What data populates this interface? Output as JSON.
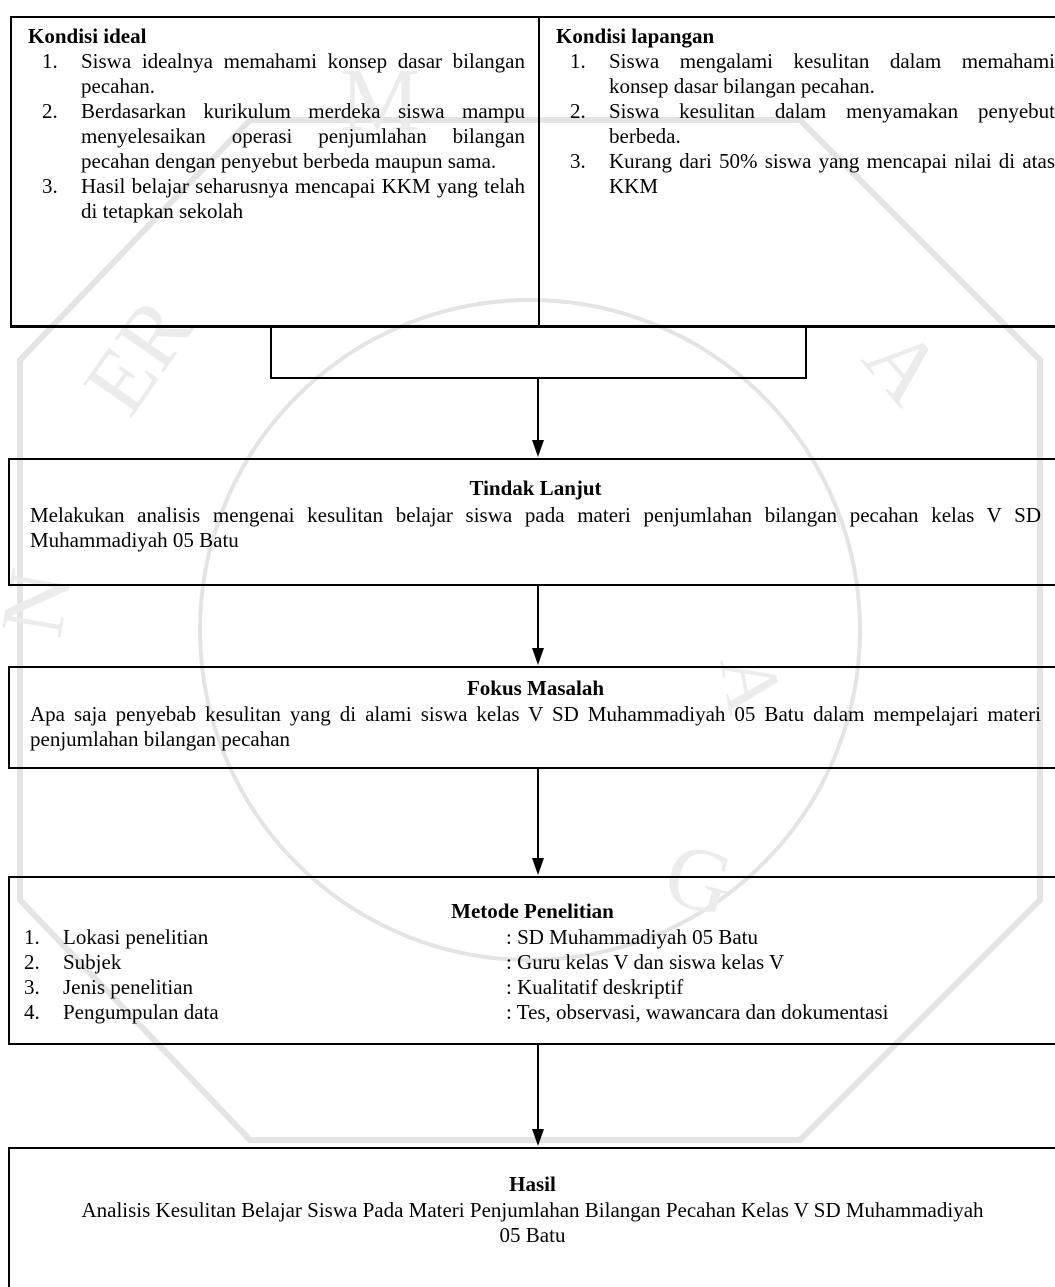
{
  "ideal": {
    "title": "Kondisi ideal",
    "items": [
      {
        "num": "1.",
        "text": "Siswa idealnya memahami konsep dasar bilangan pecahan."
      },
      {
        "num": "2.",
        "text": "Berdasarkan kurikulum merdeka siswa mampu menyelesaikan operasi penjumlahan bilangan pecahan dengan penyebut berbeda maupun sama."
      },
      {
        "num": "3.",
        "text": "Hasil belajar seharusnya mencapai KKM yang telah di tetapkan sekolah"
      }
    ]
  },
  "lapangan": {
    "title": "Kondisi lapangan",
    "items": [
      {
        "num": "1.",
        "text": "Siswa mengalami kesulitan dalam memahami konsep dasar bilangan pecahan."
      },
      {
        "num": "2.",
        "text": "Siswa kesulitan dalam menyamakan penyebut berbeda."
      },
      {
        "num": "3.",
        "text": "Kurang dari 50% siswa yang mencapai nilai di atas KKM"
      }
    ]
  },
  "tindak": {
    "title": "Tindak Lanjut",
    "text": "Melakukan analisis mengenai kesulitan belajar siswa pada materi penjumlahan bilangan pecahan kelas V SD Muhammadiyah 05 Batu"
  },
  "fokus": {
    "title": "Fokus Masalah",
    "text": "Apa saja penyebab kesulitan yang di alami siswa kelas V SD Muhammadiyah 05 Batu dalam mempelajari materi penjumlahan bilangan pecahan"
  },
  "metode": {
    "title": "Metode Penelitian",
    "rows": [
      {
        "num": "1.",
        "label": "Lokasi penelitian",
        "value": ": SD Muhammadiyah 05 Batu"
      },
      {
        "num": "2.",
        "label": "Subjek",
        "value": ": Guru kelas V dan siswa kelas V"
      },
      {
        "num": "3.",
        "label": "Jenis penelitian",
        "value": ": Kualitatif deskriptif"
      },
      {
        "num": "4.",
        "label": "Pengumpulan data",
        "value": ": Tes, observasi, wawancara dan dokumentasi"
      }
    ]
  },
  "hasil": {
    "title": "Hasil",
    "text": "Analisis Kesulitan Belajar Siswa Pada Materi Penjumlahan Bilangan Pecahan Kelas V SD Muhammadiyah 05 Batu"
  }
}
